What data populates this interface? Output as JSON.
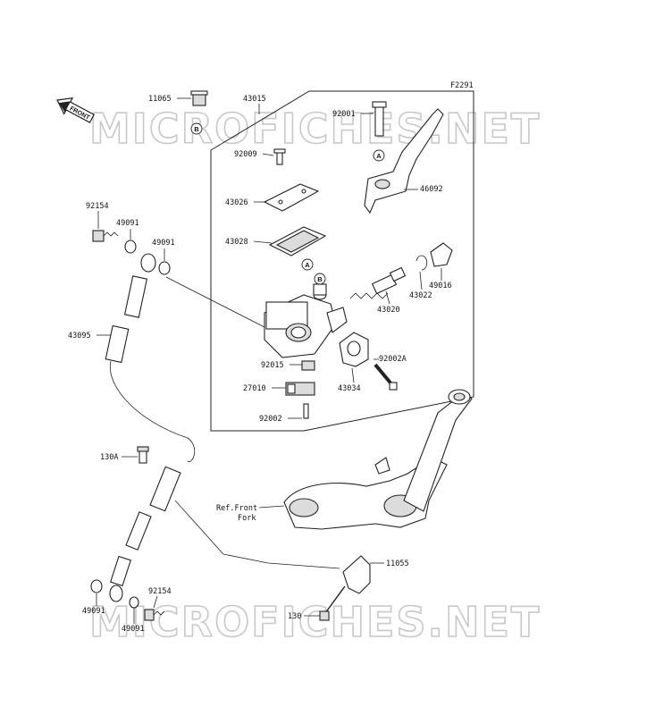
{
  "diagram": {
    "figure_code": "F2291",
    "front_marker": "FRONT",
    "watermark": "MICROFICHES.NET",
    "reference_callouts": [
      "A",
      "B"
    ],
    "parts": [
      "11065",
      "43015",
      "92001",
      "92009",
      "43026",
      "46092",
      "92154",
      "49091",
      "49091",
      "43028",
      "49016",
      "43022",
      "43020",
      "43095",
      "92015",
      "92002A",
      "27010",
      "43034",
      "92002",
      "130A",
      "11055",
      "49091",
      "92154",
      "130",
      "49091"
    ],
    "reference_label_line1": "Ref.Front",
    "reference_label_line2": "Fork"
  }
}
